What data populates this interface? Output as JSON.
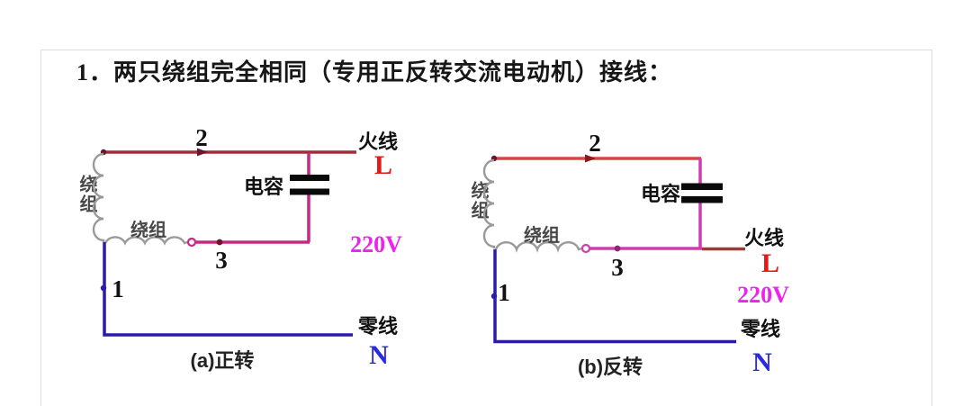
{
  "title": "1．两只绕组完全相同（专用正反转交流电动机）接线：",
  "colors": {
    "line_red_a": "#a32b3b",
    "line_red_b": "#d84343",
    "line_magenta_a": "#c42a84",
    "line_magenta_b": "#cd3fae",
    "line_darkred_b": "#a23737",
    "line_blue": "#2a1ca8",
    "coil_gray": "#9a9a9a",
    "live_red": "#e41a1a",
    "voltage_magenta": "#ee22ee",
    "neutral_blue": "#2a2ae0",
    "dot_dark": "#6b1530"
  },
  "diagram_a": {
    "caption": "(a)正转",
    "terminal_1": "1",
    "terminal_2": "2",
    "terminal_3": "3",
    "main_winding_label": "绕组",
    "aux_winding_label": "绕组",
    "capacitor_label": "电容",
    "live_wire_label": "火线",
    "live_symbol": "L",
    "voltage_label": "220V",
    "neutral_wire_label": "零线",
    "neutral_symbol": "N"
  },
  "diagram_b": {
    "caption": "(b)反转",
    "terminal_1": "1",
    "terminal_2": "2",
    "terminal_3": "3",
    "main_winding_label": "绕组",
    "aux_winding_label": "绕组",
    "capacitor_label": "电容",
    "live_wire_label": "火线",
    "live_symbol": "L",
    "voltage_label": "220V",
    "neutral_wire_label": "零线",
    "neutral_symbol": "N"
  }
}
